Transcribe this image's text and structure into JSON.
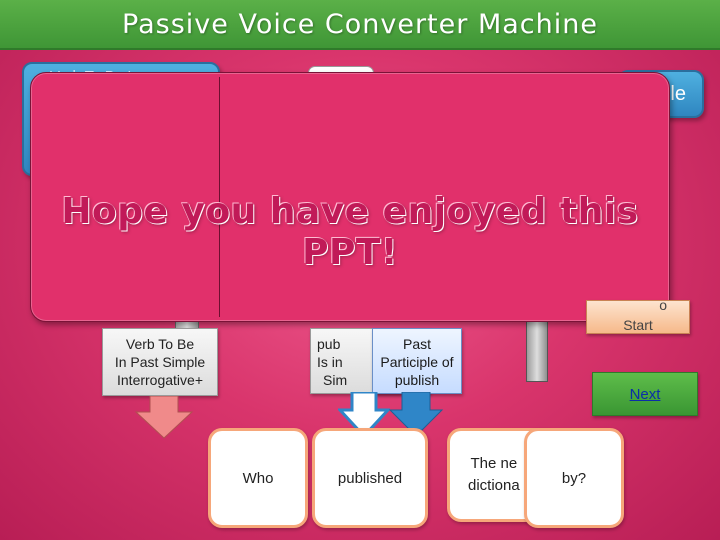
{
  "header": {
    "title": "Passive Voice Converter Machine"
  },
  "panels": {
    "top_left_label": "Verb To Be In",
    "top_right_label": "le"
  },
  "overlay": {
    "message": "Hope you have enjoyed this PPT!"
  },
  "boxes": {
    "verb_to_be": [
      "Verb To Be",
      "In Past Simple",
      "Interrogative+"
    ],
    "published_box": [
      "pub",
      "Is in",
      "Sim"
    ],
    "past_participle": [
      "Past",
      "Participle of",
      "publish"
    ]
  },
  "buttons": {
    "start_line1": "o",
    "start_line2": "Start",
    "next": "Next"
  },
  "cards": {
    "who": "Who",
    "published": "published",
    "dictionary_line1": "The ne",
    "dictionary_line2": "dictiona",
    "by": "by?"
  },
  "colors": {
    "title_bar": "#4aa23f",
    "background": "#d9356c",
    "overlay": "#e1306b",
    "arrow": "#f08a8a",
    "blue_arrow": "#2f86c8",
    "next_link": "#0b2ea8"
  }
}
